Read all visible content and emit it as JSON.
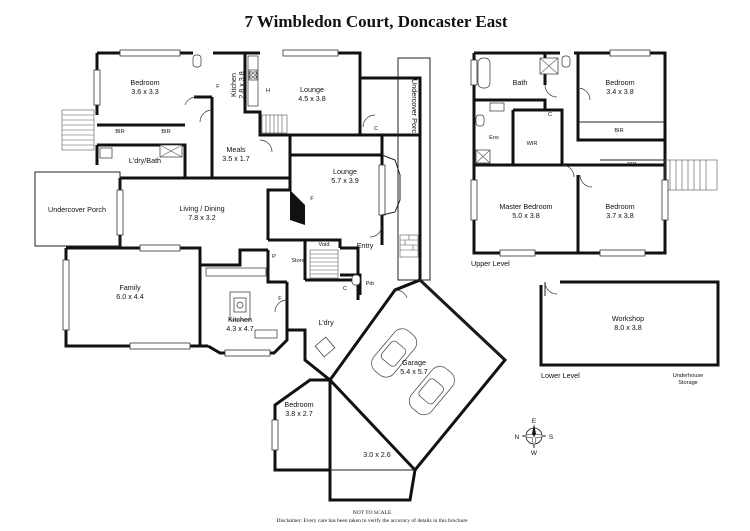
{
  "title": "7 Wimbledon Court, Doncaster East",
  "rooms": {
    "bedroom_ground_nw": {
      "name": "Bedroom",
      "size": "3.6 x 3.3"
    },
    "kitchen_small": {
      "name": "Kitchen",
      "size": "2.8 x 3.8"
    },
    "lounge_top": {
      "name": "Lounge",
      "size": "4.5 x 3.8"
    },
    "undercover_porch_right": {
      "name": "Undercover Porch"
    },
    "meals": {
      "name": "Meals",
      "size": "3.5 x 1.7"
    },
    "lounge_mid": {
      "name": "Lounge",
      "size": "5.7 x 3.9"
    },
    "ldry_bath": {
      "name": "L'dry/Bath"
    },
    "undercover_porch_left": {
      "name": "Undercover Porch"
    },
    "living_dining": {
      "name": "Living / Dining",
      "size": "7.8 x 3.2"
    },
    "entry": {
      "name": "Entry"
    },
    "void": {
      "name": "Void"
    },
    "store": {
      "name": "Store"
    },
    "family": {
      "name": "Family",
      "size": "6.0 x 4.4"
    },
    "kitchen_main": {
      "name": "Kitchen",
      "size": "4.3 x 4.7"
    },
    "ldry": {
      "name": "L'dry"
    },
    "garage": {
      "name": "Garage",
      "size": "5.4 x 5.7"
    },
    "bedroom_ground_sw": {
      "name": "Bedroom",
      "size": "3.8 x 2.7"
    },
    "garage_ext": {
      "size": "3.0 x 2.6"
    },
    "bath_upper": {
      "name": "Bath"
    },
    "bedroom_upper_ne": {
      "name": "Bedroom",
      "size": "3.4 x 3.8"
    },
    "ens": {
      "name": "Ens"
    },
    "wir": {
      "name": "WIR"
    },
    "master_bedroom": {
      "name": "Master Bedroom",
      "size": "5.0 x 3.8"
    },
    "bedroom_upper_se": {
      "name": "Bedroom",
      "size": "3.7 x 3.8"
    },
    "workshop": {
      "name": "Workshop",
      "size": "8.0 x 3.8"
    },
    "underhouse_storage": {
      "line1": "Underhouse",
      "line2": "Storage"
    }
  },
  "small_labels": {
    "bir": "BIR",
    "c": "C",
    "f": "F",
    "p": "P",
    "pdr": "Pdr",
    "h": "H"
  },
  "levels": {
    "upper": "Upper Level",
    "lower": "Lower Level"
  },
  "compass": {
    "n": "N",
    "e": "E",
    "s": "S",
    "w": "W"
  },
  "footer": {
    "scale": "NOT TO SCALE",
    "disclaimer": "Disclaimer: Every care has been taken to verify the accuracy of details in this brochure"
  }
}
